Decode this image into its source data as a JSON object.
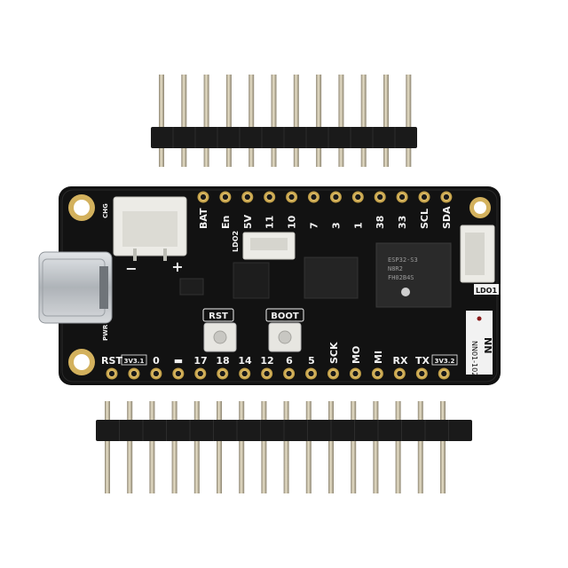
{
  "board": {
    "top_labels": [
      "BAT",
      "En",
      "5V",
      "11",
      "10",
      "7",
      "3",
      "1",
      "38",
      "33",
      "SCL",
      "SDA"
    ],
    "bottom_labels": [
      "RST",
      "0",
      "▬",
      "17",
      "18",
      "14",
      "12",
      "6",
      "5",
      "SCK",
      "MO",
      "MI",
      "RX",
      "TX"
    ],
    "bottom_label_extra": [
      "3V3.1",
      "3V3.2"
    ],
    "button_labels": {
      "rst": "RST",
      "boot": "BOOT"
    },
    "small_labels": {
      "chg": "CHG",
      "pwr": "PWR",
      "ldo1": "LDO1",
      "ldo2": "LDO2",
      "minus": "−",
      "plus": "+"
    },
    "chip_text": [
      "ESP32-S3",
      "N8R2",
      "FH02B4S"
    ],
    "part_number": "NN01-102",
    "logo_text": "NN"
  },
  "colors": {
    "pcb": "#121212",
    "pad_gold": "#d8b45a",
    "silk": "#f2f2f2",
    "pin_metal": "#c9c0a8",
    "connector_white": "#ecebe6",
    "usb_metal": "#bfc3c7"
  }
}
